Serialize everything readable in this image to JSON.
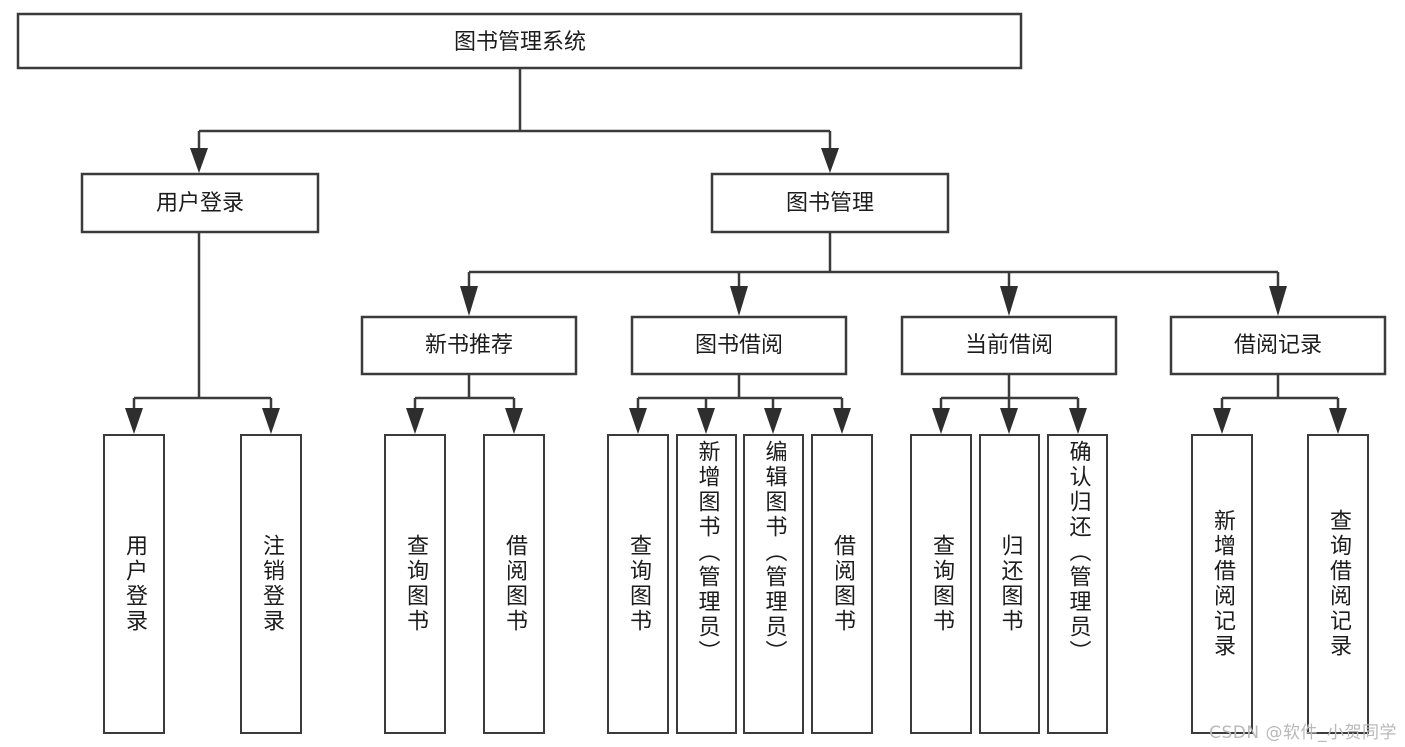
{
  "diagram": {
    "type": "tree-hierarchy",
    "title": "图书管理系统",
    "watermark": "CSDN @软件_小贺同学",
    "colors": {
      "box_stroke": "#3b3b3b",
      "box_fill": "#ffffff",
      "text": "#1c1c1c",
      "connector": "#3b3b3b",
      "watermark": "#b9b9b9",
      "background": "#ffffff"
    },
    "root": {
      "label": "图书管理系统"
    },
    "level2": [
      {
        "id": "user-login",
        "label": "用户登录"
      },
      {
        "id": "book-manage",
        "label": "图书管理"
      }
    ],
    "level3": [
      {
        "id": "new-book-rec",
        "label": "新书推荐"
      },
      {
        "id": "book-borrow",
        "label": "图书借阅"
      },
      {
        "id": "current-borrow",
        "label": "当前借阅"
      },
      {
        "id": "borrow-record",
        "label": "借阅记录"
      }
    ],
    "leaves": {
      "user_login": [
        {
          "id": "leaf-user-login",
          "label": "用户登录"
        },
        {
          "id": "leaf-logout",
          "label": "注销登录"
        }
      ],
      "new_book_rec": [
        {
          "id": "leaf-query-book-1",
          "label": "查询图书"
        },
        {
          "id": "leaf-borrow-book-1",
          "label": "借阅图书"
        }
      ],
      "book_borrow": [
        {
          "id": "leaf-query-book-2",
          "label": "查询图书"
        },
        {
          "id": "leaf-add-book",
          "label": "新增图书（管理员）"
        },
        {
          "id": "leaf-edit-book",
          "label": "编辑图书（管理员）"
        },
        {
          "id": "leaf-borrow-book-2",
          "label": "借阅图书"
        }
      ],
      "current_borrow": [
        {
          "id": "leaf-query-book-3",
          "label": "查询图书"
        },
        {
          "id": "leaf-return-book",
          "label": "归还图书"
        },
        {
          "id": "leaf-confirm-return",
          "label": "确认归还（管理员）"
        }
      ],
      "borrow_record": [
        {
          "id": "leaf-add-record",
          "label": "新增借阅记录"
        },
        {
          "id": "leaf-query-record",
          "label": "查询借阅记录"
        }
      ]
    }
  }
}
